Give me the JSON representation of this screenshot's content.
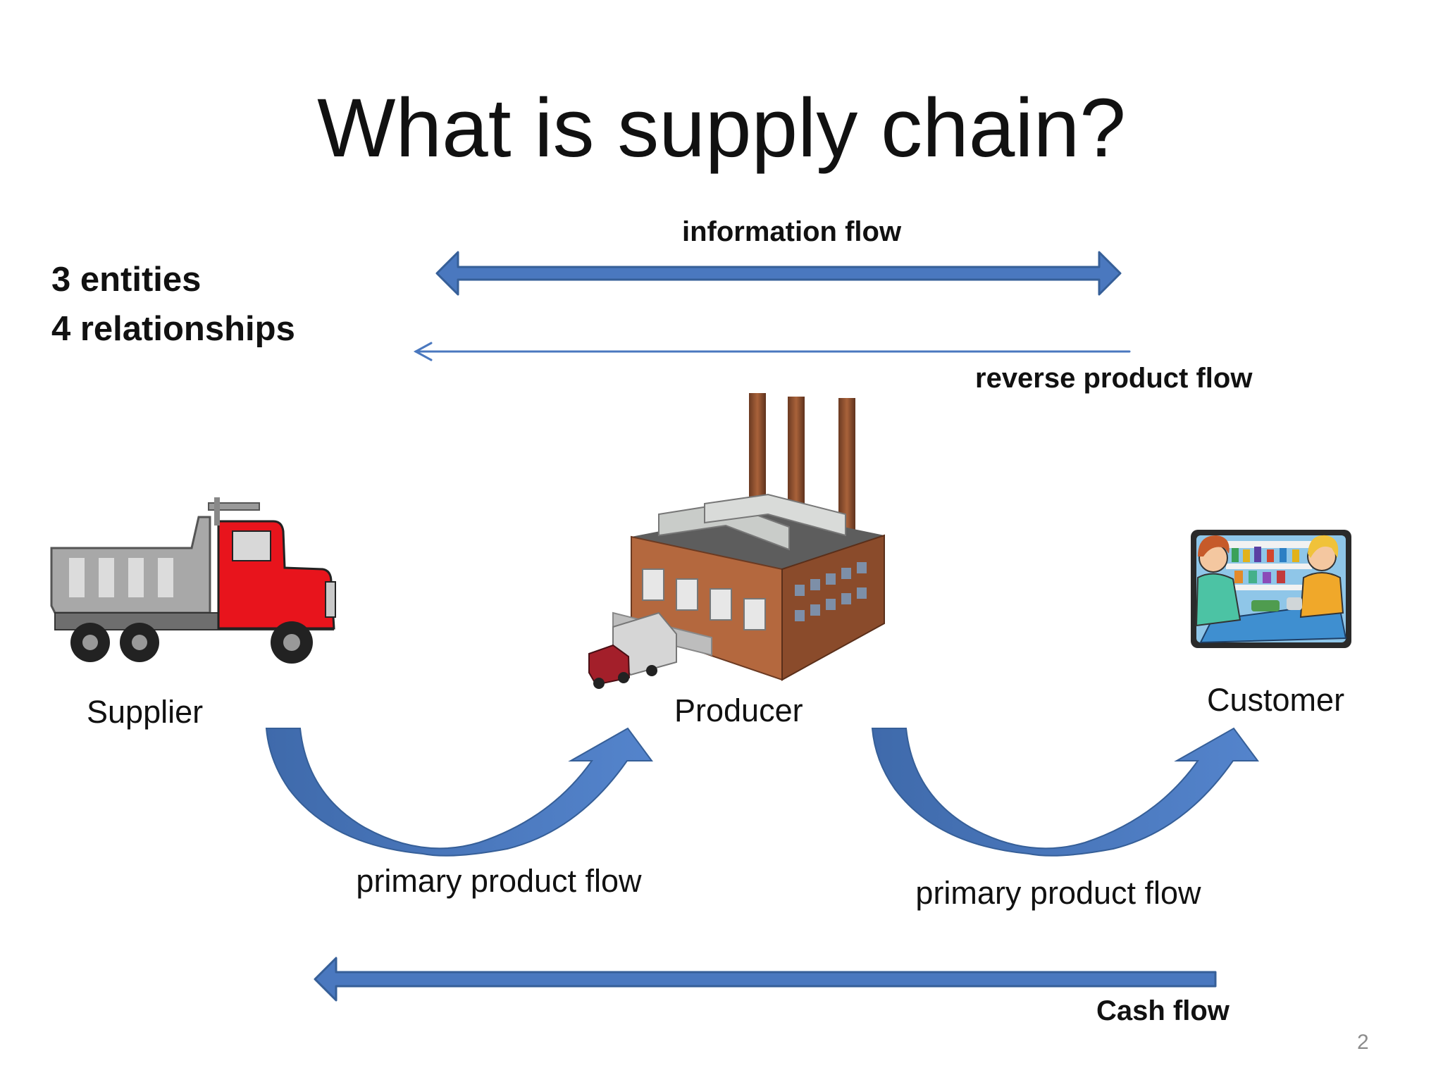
{
  "slide": {
    "title": "What is supply chain?",
    "summary": [
      "3 entities",
      "4 relationships"
    ],
    "flows": {
      "information": "information flow",
      "reverse_product": "reverse product flow",
      "primary_product_left": "primary product flow",
      "primary_product_right": "primary product flow",
      "cash": "Cash flow"
    },
    "entities": {
      "supplier": "Supplier",
      "producer": "Producer",
      "customer": "Customer"
    },
    "page_number": "2"
  },
  "colors": {
    "arrow_fill": "#4a78bf",
    "arrow_stroke": "#365f98",
    "text": "#111111",
    "truck_cab": "#e8141c",
    "truck_bed": "#a8a8a8",
    "factory_brick": "#b4683e",
    "page_number": "#8c8c8c"
  }
}
